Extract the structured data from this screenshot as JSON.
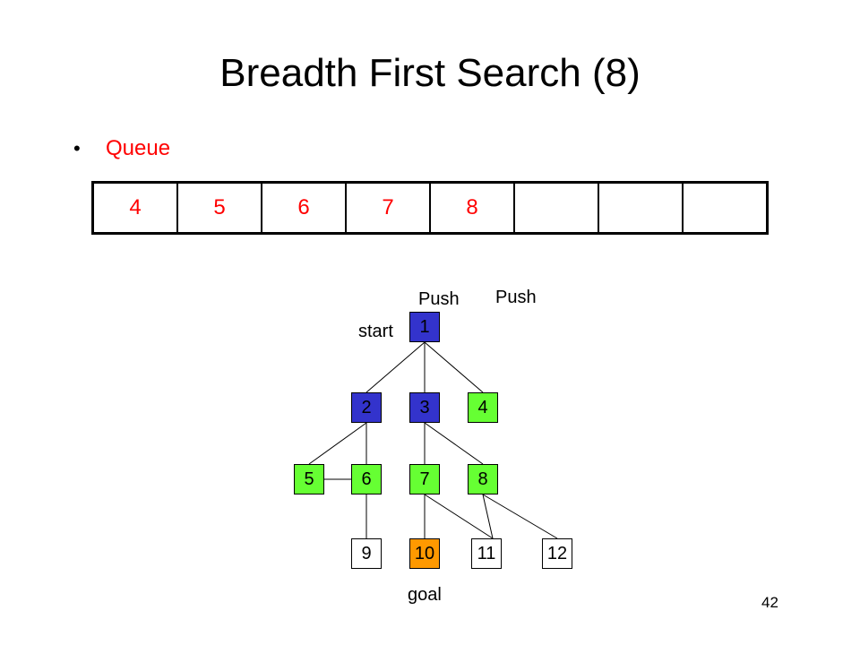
{
  "slide": {
    "title": "Breadth First Search (8)",
    "bullet_text": "Queue",
    "page_number": "42"
  },
  "queue": [
    "4",
    "5",
    "6",
    "7",
    "8",
    "",
    "",
    ""
  ],
  "labels": {
    "push_left": "Push",
    "push_right": "Push",
    "start": "start",
    "goal": "goal"
  },
  "nodes": [
    {
      "id": "1",
      "label": "1",
      "color": "#3333cc",
      "status": "visited"
    },
    {
      "id": "2",
      "label": "2",
      "color": "#3333cc",
      "status": "visited"
    },
    {
      "id": "3",
      "label": "3",
      "color": "#3333cc",
      "status": "visited"
    },
    {
      "id": "4",
      "label": "4",
      "color": "#66ff33",
      "status": "queued"
    },
    {
      "id": "5",
      "label": "5",
      "color": "#66ff33",
      "status": "queued"
    },
    {
      "id": "6",
      "label": "6",
      "color": "#66ff33",
      "status": "queued"
    },
    {
      "id": "7",
      "label": "7",
      "color": "#66ff33",
      "status": "queued"
    },
    {
      "id": "8",
      "label": "8",
      "color": "#66ff33",
      "status": "queued"
    },
    {
      "id": "9",
      "label": "9",
      "color": "#ffffff",
      "status": "unvisited"
    },
    {
      "id": "10",
      "label": "10",
      "color": "#ff9900",
      "status": "goal"
    },
    {
      "id": "11",
      "label": "11",
      "color": "#ffffff",
      "status": "unvisited"
    },
    {
      "id": "12",
      "label": "12",
      "color": "#ffffff",
      "status": "unvisited"
    }
  ],
  "edges": [
    [
      "1",
      "2"
    ],
    [
      "1",
      "3"
    ],
    [
      "1",
      "4"
    ],
    [
      "2",
      "5"
    ],
    [
      "2",
      "6"
    ],
    [
      "3",
      "7"
    ],
    [
      "3",
      "8"
    ],
    [
      "5",
      "6"
    ],
    [
      "6",
      "9"
    ],
    [
      "7",
      "10"
    ],
    [
      "7",
      "11"
    ],
    [
      "8",
      "11"
    ],
    [
      "8",
      "12"
    ]
  ],
  "colors": {
    "visited": "#3333cc",
    "queued": "#66ff33",
    "goal": "#ff9900",
    "accent_text": "#ff0000"
  }
}
